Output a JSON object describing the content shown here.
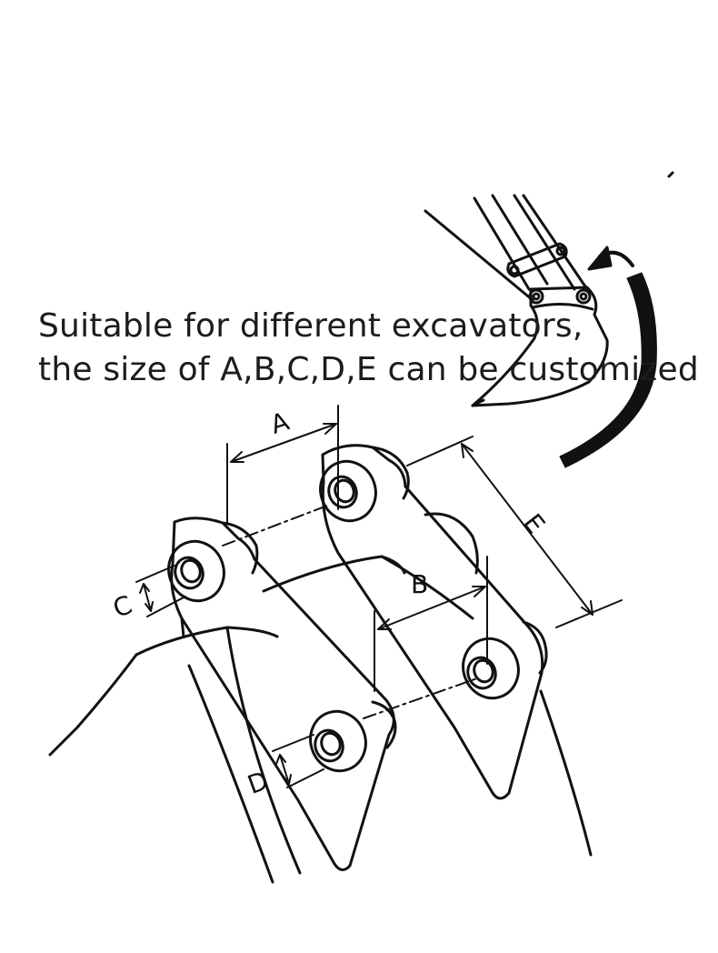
{
  "caption": {
    "line1": "Suitable for different excavators,",
    "line2": "the size of A,B,C,D,E can be customized"
  },
  "dimensions": {
    "a": "A",
    "b": "B",
    "c": "C",
    "d": "D",
    "e": "E"
  },
  "colors": {
    "line": "#111111",
    "background": "#ffffff"
  }
}
